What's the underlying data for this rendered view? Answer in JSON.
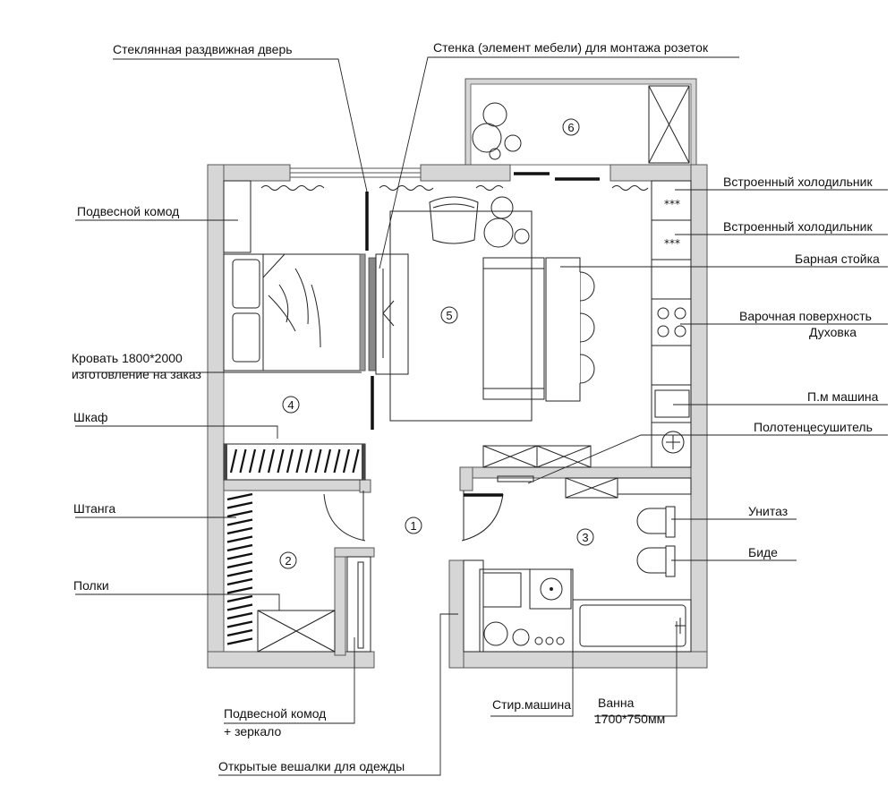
{
  "labels": {
    "glass_sliding_door": "Стеклянная раздвижная дверь",
    "furniture_wall": "Стенка (элемент мебели) для монтажа розеток",
    "hanging_dresser": "Подвесной комод",
    "bed_line1": "Кровать 1800*2000",
    "bed_line2": "изготовление на заказ",
    "wardrobe": "Шкаф",
    "rod": "Штанга",
    "shelves": "Полки",
    "dresser_mirror_line1": "Подвесной комод",
    "dresser_mirror_line2": "+ зеркало",
    "open_hangers": "Открытые вешалки для одежды",
    "fridge1": "Встроенный холодильник",
    "fridge2": "Встроенный холодильник",
    "bar_counter": "Барная стойка",
    "hob": "Варочная поверхность",
    "oven": "Духовка",
    "dishwasher": "П.м машина",
    "towel_warmer": "Полотенцесушитель",
    "toilet": "Унитаз",
    "bidet": "Биде",
    "washing_machine": "Стир.машина",
    "bath_line1": "Ванна",
    "bath_line2": "1700*750мм"
  },
  "rooms": [
    "1",
    "2",
    "3",
    "4",
    "5",
    "6"
  ],
  "fridge_marks": [
    "***",
    "***"
  ],
  "colors": {
    "wall_fill": "#d6d6d6",
    "line": "#222222",
    "background": "#ffffff"
  }
}
